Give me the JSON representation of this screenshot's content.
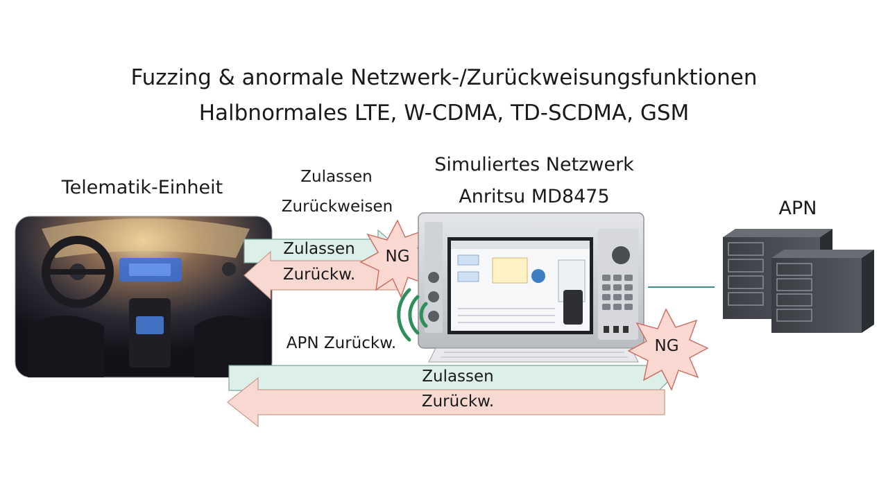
{
  "title": {
    "line1": "Fuzzing & anormale Netzwerk-/Zurückweisungsfunktionen",
    "line2": "Halbnormales LTE, W-CDMA, TD-SCDMA, GSM"
  },
  "telematics": {
    "label": "Telematik-Einheit"
  },
  "network": {
    "line1": "Simuliertes Netzwerk",
    "line2": "Anritsu MD8475"
  },
  "apn": {
    "label": "APN"
  },
  "upper_exchange": {
    "legend_accept": "Zulassen",
    "legend_reject": "Zurückweisen",
    "accept_arrow": "Zulassen",
    "reject_arrow": "Zurückw.",
    "burst": "NG"
  },
  "apn_reject": {
    "label": "APN Zurückw."
  },
  "lower_exchange": {
    "accept_arrow": "Zulassen",
    "reject_arrow": "Zurückw.",
    "burst": "NG"
  },
  "colors": {
    "accept": "#dcefe8",
    "reject": "#f8d9d2",
    "burst": "#fbd8d2",
    "link": "#3a8a9a"
  }
}
